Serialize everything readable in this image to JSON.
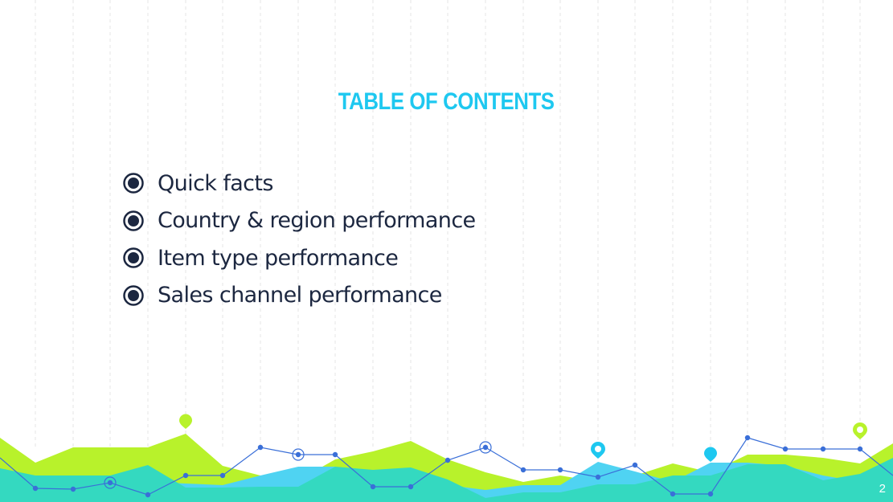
{
  "title": "TABLE OF CONTENTS",
  "items": [
    {
      "label": "Quick facts"
    },
    {
      "label": "Country & region performance"
    },
    {
      "label": "Item type performance"
    },
    {
      "label": "Sales channel performance"
    }
  ],
  "page_number": "2",
  "colors": {
    "title": "#1ec8f0",
    "text": "#1c2740",
    "lime": "#b8f22b",
    "teal": "#34d9c0",
    "cyan": "#4fd3f2",
    "line": "#3a6fd8"
  },
  "icons": {
    "bullet": "radio-bullet-icon",
    "pins": "map-pin-icon"
  }
}
